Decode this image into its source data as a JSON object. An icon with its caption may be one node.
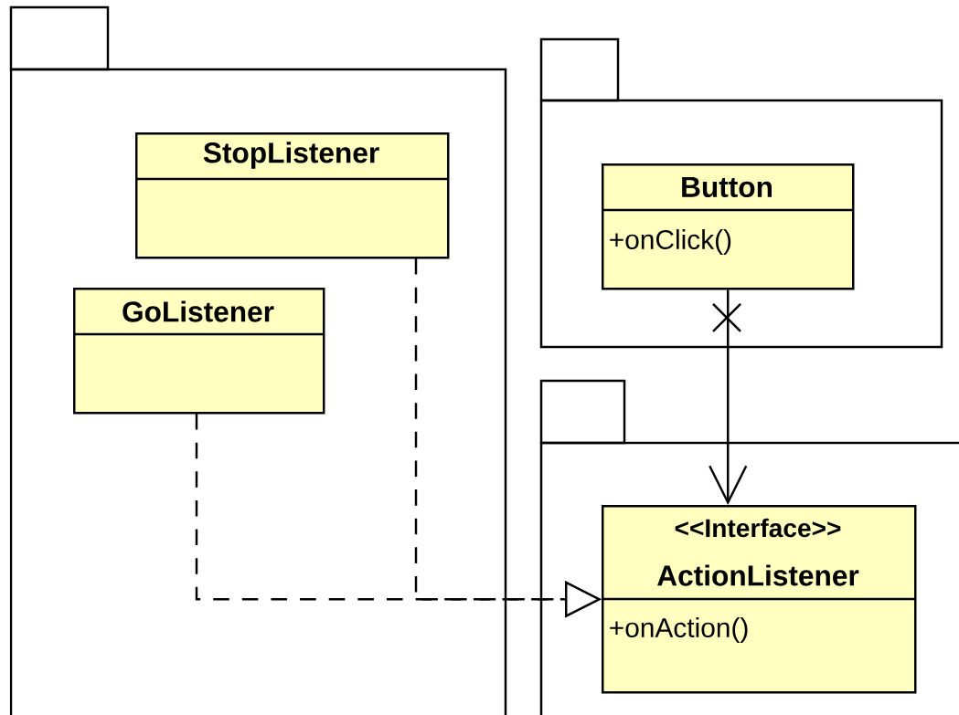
{
  "diagram": {
    "nodes": [
      {
        "text": [],
        "shape": "folder"
      },
      {
        "text": [
          "StopListener"
        ],
        "in": 0
      },
      {
        "text": [
          "GoListener"
        ],
        "in": 0
      },
      {
        "text": [],
        "shape": "folder"
      },
      {
        "text": [
          "Button",
          "+onClick()"
        ],
        "in": 3
      },
      {
        "text": [],
        "shape": "folder"
      },
      {
        "text": [
          "<<Interface>>",
          "ActionListener",
          "+onAction()"
        ],
        "in": 5
      }
    ],
    "edges": [
      {
        "from": 1,
        "to": 6,
        "arrow": "to",
        "style": "dashed"
      },
      {
        "from": 2,
        "to": 6,
        "arrow": "to",
        "style": "dashed"
      },
      {
        "from": 4,
        "to": 6,
        "arrow": "to"
      }
    ]
  }
}
